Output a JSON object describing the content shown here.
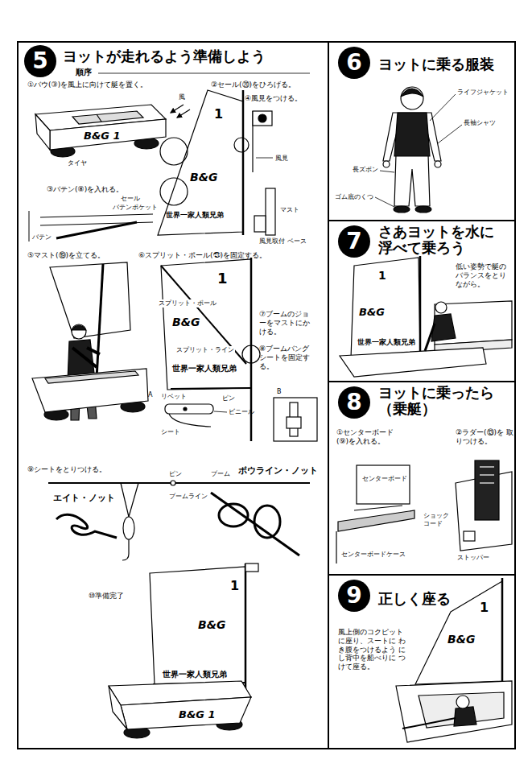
{
  "diagram": {
    "nodes": [
      {
        "text": [
          "ヨットが走れるよう準備しよう"
        ]
      },
      {
        "text": [
          "5"
        ],
        "in": 0
      },
      {
        "text": [
          "ヨットに乗る服装"
        ]
      },
      {
        "text": [
          "6"
        ],
        "in": 2
      },
      {
        "text": [
          "さあヨットを水に 浮べて乗ろう"
        ]
      },
      {
        "text": [
          "7"
        ],
        "in": 4
      },
      {
        "text": [
          "ヨットに乗ったら （乗艇）"
        ]
      },
      {
        "text": [
          "8"
        ],
        "in": 6
      },
      {
        "text": [
          "正しく座る"
        ]
      },
      {
        "text": [
          "9"
        ],
        "in": 8
      }
    ],
    "labels": [
      "順序",
      "①バウ(③)を風上に向けて艇を置く。",
      "風",
      "B&G 1",
      "タイヤ",
      "②セール(⑳)をひろげる。",
      "④風見をつける。",
      "1",
      "B&G",
      "世界一家人類兄弟",
      "風見",
      "マスト",
      "風見取付 ベース",
      "③バテン(⑧)を入れる。",
      "セール",
      "バテンポケット",
      "バテン",
      "⑤マスト(⑲)を立てる。",
      "⑥スプリット・ポール(㉑)を固定する。",
      "スプリット・ポール",
      "1",
      "B&G",
      "スプリット・ライン",
      "世界一家人類兄弟",
      "⑦ブームのジョーをマストにかける。",
      "⑧ブームバングシートを固定する。",
      "ピン",
      "A",
      "リベット",
      "ビニール",
      "シート",
      "B",
      "⑨シートをとりつける。",
      "ピン",
      "ブーム",
      "ボウライン・ノット",
      "ブームライン",
      "エイト・ノット",
      "⑩準備完了",
      "1",
      "B&G",
      "世界一家人類兄弟",
      "B&G 1",
      "ライフジャケット",
      "長袖シャツ",
      "長ズボン",
      "ゴム底のくつ",
      "低い姿勢で艇の バランスをとり ながら。",
      "1",
      "B&G",
      "世界一家人類兄弟",
      "①センターボード (⑨)を入れる。",
      "②ラダー(⑬)を 取りつける。",
      "センターボード",
      "ショック コード",
      "センターボードケース",
      "ストッパー",
      "風上側のコクピット に座り、スートに わき腹をつけるよう にし背中を船べりに つけて座る。",
      "1",
      "B&G"
    ]
  }
}
